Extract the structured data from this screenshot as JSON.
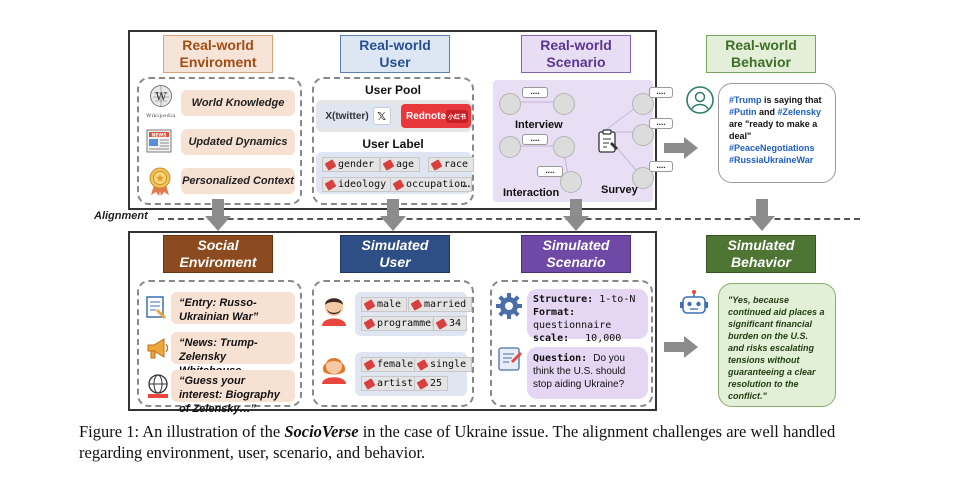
{
  "top": {
    "env_header": "Real-world\nEnviroment",
    "user_header": "Real-world\nUser",
    "scen_header": "Real-world\nScenario",
    "beh_header": "Real-world\nBehavior",
    "wikipedia_label": "Wikipedia",
    "env_items": [
      "World Knowledge",
      "Updated Dynamics",
      "Personalized Context"
    ],
    "user_pool_title": "User Pool",
    "pool_x": "X(twitter)",
    "pool_rednote": "Rednote",
    "rednote_logo": "小红书",
    "user_label_title": "User Label",
    "user_tags": [
      "gender",
      "age",
      "race",
      "ideology",
      "occupation"
    ],
    "more": "...",
    "scen_interview": "Interview",
    "scen_interaction": "Interaction",
    "scen_survey": "Survey",
    "bubble_dots": "....",
    "tweet": {
      "hashtag_trump": "#Trump",
      "text_1": " is saying that ",
      "hashtag_putin": "#Putin",
      "text_2": " and ",
      "hashtag_zelensky": "#Zelensky",
      "text_3": " are \"ready to make a deal\"",
      "hashtag_peace": "#PeaceNegotiations",
      "hashtag_war": "#RussiaUkraineWar"
    }
  },
  "alignment_label": "Alignment",
  "bottom": {
    "env_header": "Social\nEnviroment",
    "user_header": "Simulated\nUser",
    "scen_header": "Simulated\nScenario",
    "beh_header": "Simulated\nBehavior",
    "news_items": [
      "“Entry: Russo-Ukrainian War”",
      "“News: Trump-Zelensky Whitehouse Meeting”",
      "“Guess your interest: Biography of Zelensky…”"
    ],
    "user1_tags": [
      "male",
      "married",
      "programmer",
      "34"
    ],
    "user2_tags": [
      "female",
      "single",
      "artist",
      "25"
    ],
    "scen_structure_label": "Structure:",
    "scen_structure_value": "1-to-N",
    "scen_format_label": "Format:",
    "scen_format_value": "questionnaire",
    "scen_scale_label": "scale:",
    "scen_scale_value": "10,000",
    "scen_question_label": "Question:",
    "scen_question_text": "Do you think the U.S. should stop aiding Ukraine?",
    "sim_response": "\"Yes, because continued aid places a significant financial burden on the U.S. and risks escalating tensions without guaranteeing a clear resolution to the conflict.\""
  },
  "caption": {
    "prefix": "Figure 1: An illustration of the ",
    "name": "SocioVerse",
    "suffix": " in the case of Ukraine issue. The alignment challenges are well handled regarding environment, user, scenario, and behavior."
  },
  "colors": {
    "hashtag": "#1d5fbf",
    "rednote_red": "#e8383d",
    "arrow_gray": "#8c8c8c"
  }
}
